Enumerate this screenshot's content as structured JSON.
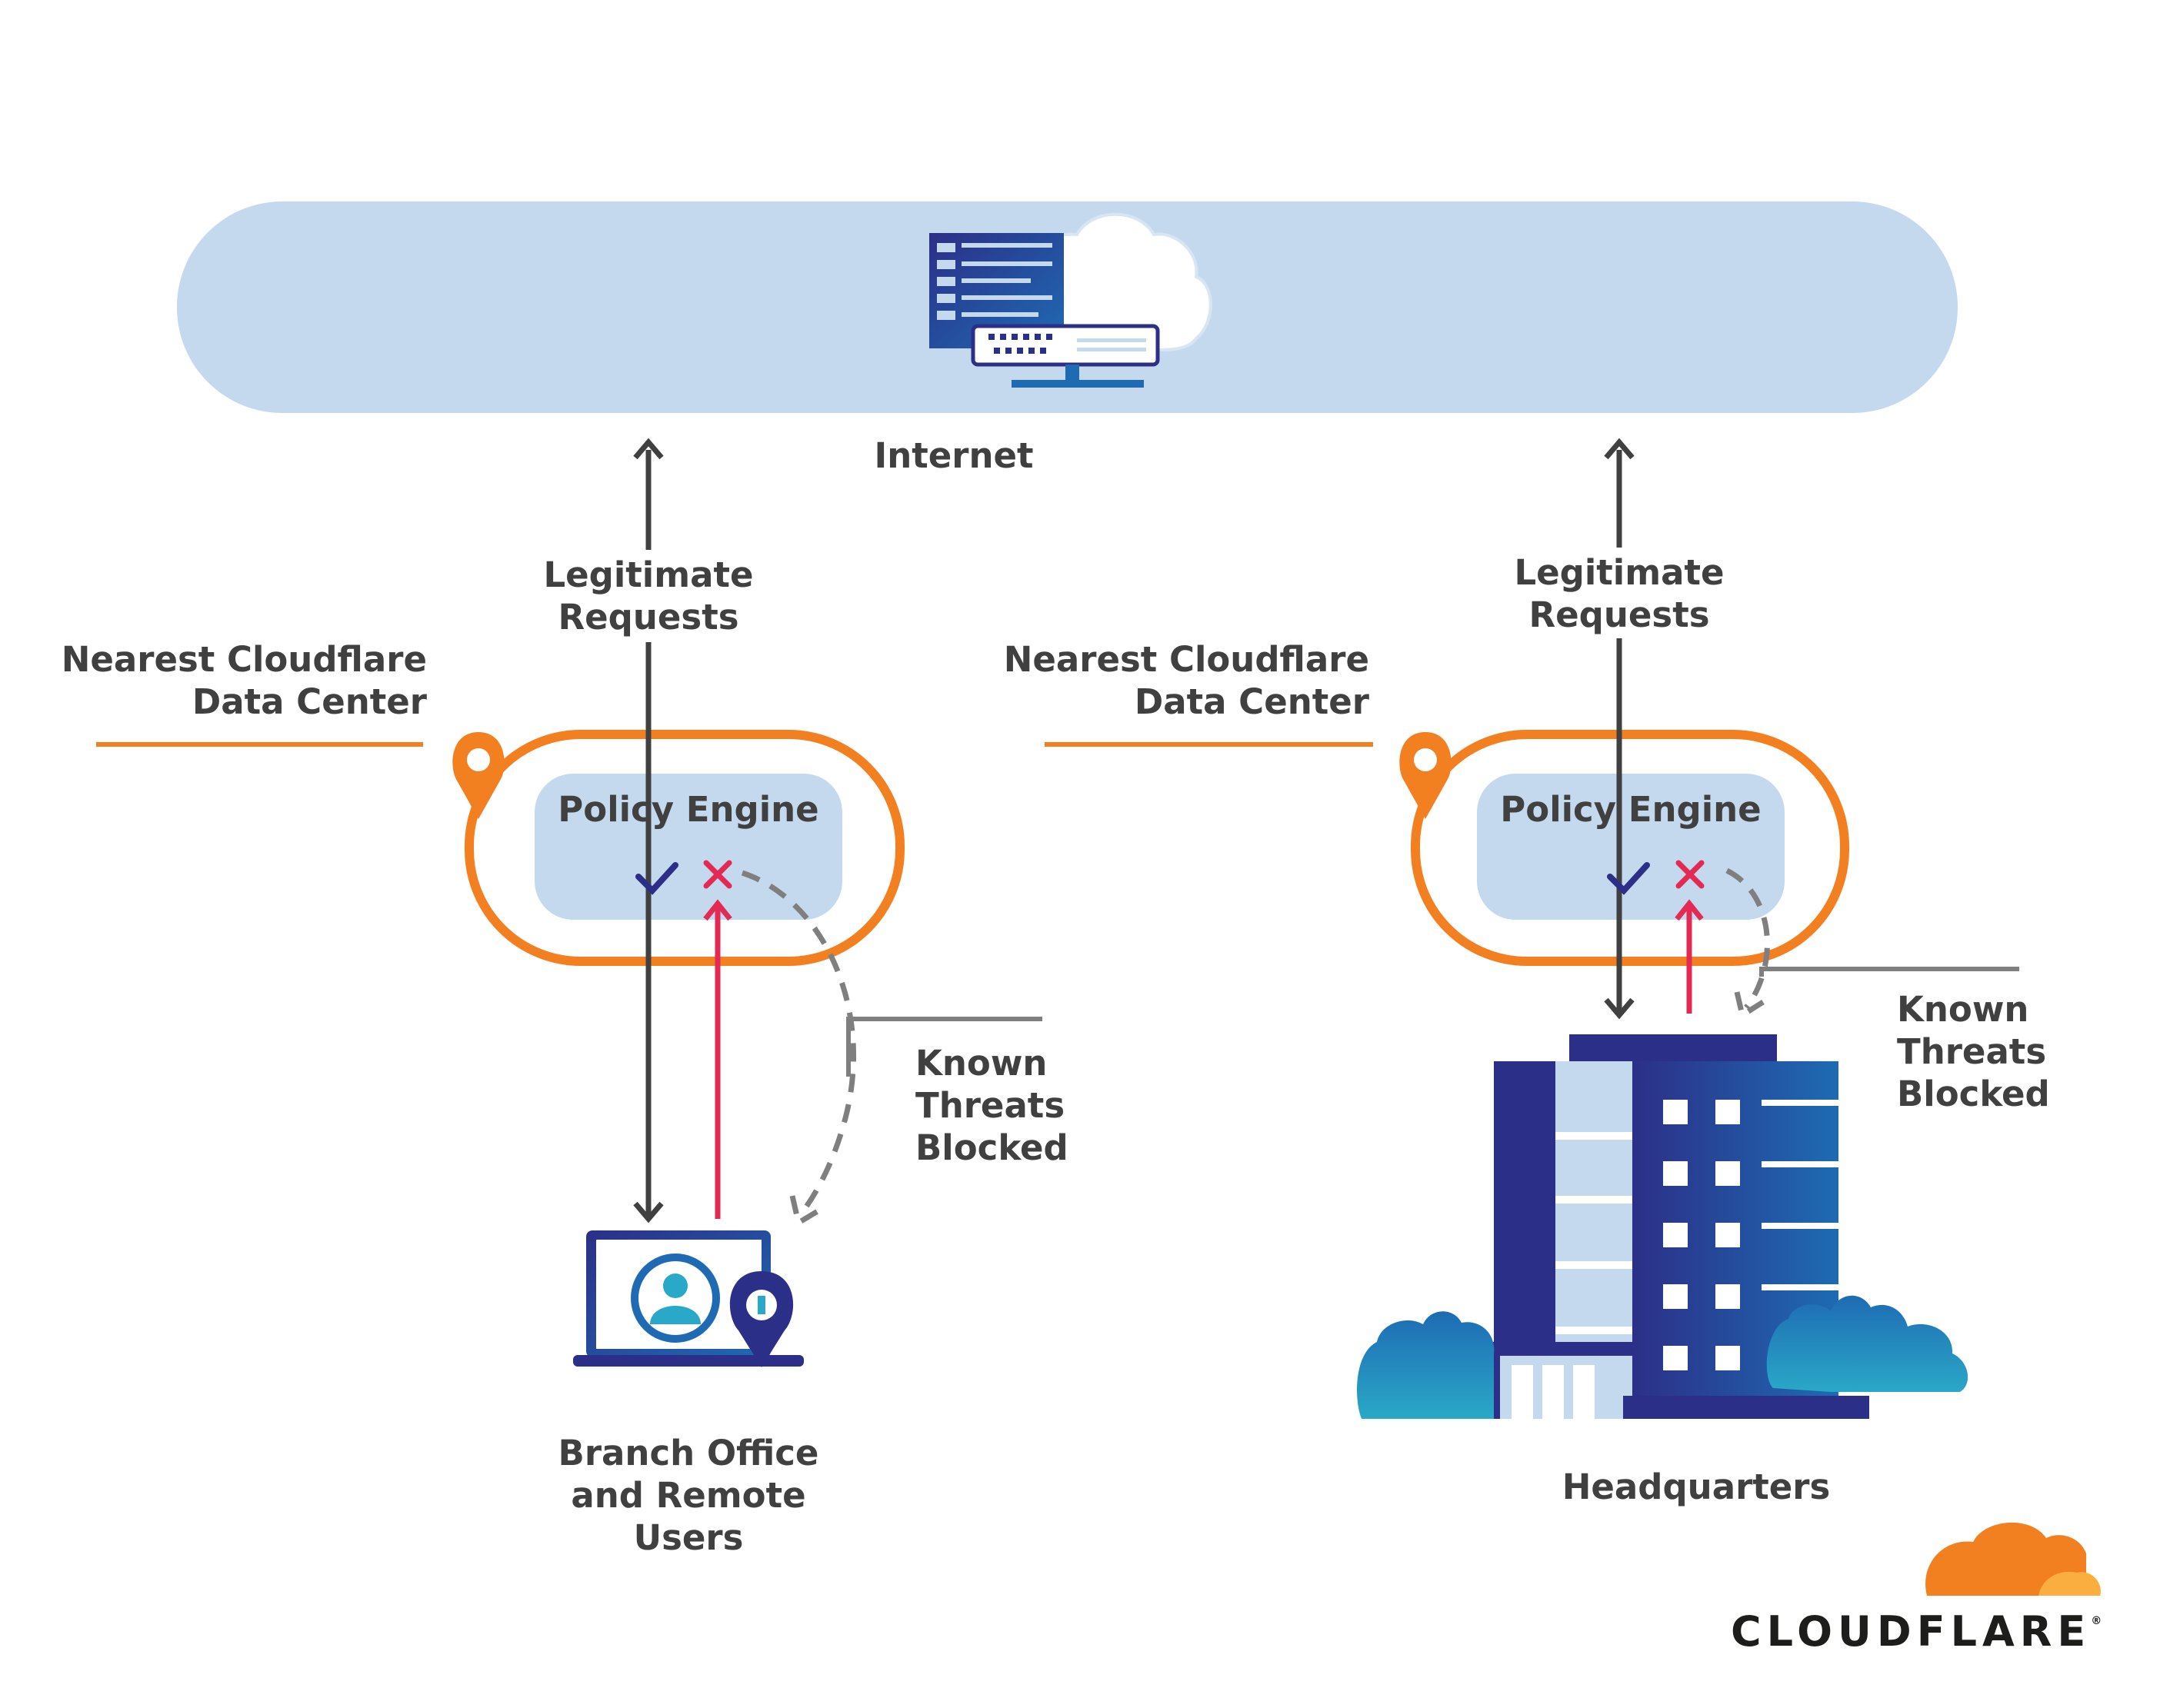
{
  "internet": {
    "label": "Internet"
  },
  "branch": {
    "data_center_label": [
      "Nearest Cloudflare",
      "Data Center"
    ],
    "policy_engine_label": "Policy Engine",
    "legit_label": [
      "Legitimate",
      "Requests"
    ],
    "threats_label": [
      "Known",
      "Threats",
      "Blocked"
    ],
    "site_label": [
      "Branch Office",
      "and Remote",
      "Users"
    ]
  },
  "headquarters": {
    "data_center_label": [
      "Nearest Cloudflare",
      "Data Center"
    ],
    "policy_engine_label": "Policy Engine",
    "legit_label": [
      "Legitimate",
      "Requests"
    ],
    "threats_label": [
      "Known",
      "Threats",
      "Blocked"
    ],
    "site_label": "Headquarters"
  },
  "brand": {
    "name": "CLOUDFLARE",
    "mark": "®"
  },
  "icons": [
    "cloud-icon",
    "server-icon",
    "location-pin-icon",
    "check-icon",
    "x-icon",
    "laptop-user-icon",
    "building-icon",
    "tree-icon",
    "cloudflare-logo-icon"
  ],
  "colors": {
    "orange": "#f38020",
    "light_orange": "#faae40",
    "sky": "#c5d9ee",
    "navy": "#2c2f87",
    "blue": "#1e6bb3",
    "teal": "#2aa8c7",
    "red": "#e22a55",
    "arrow_dark": "#404041",
    "dashed_gray": "#7f7f7f"
  }
}
